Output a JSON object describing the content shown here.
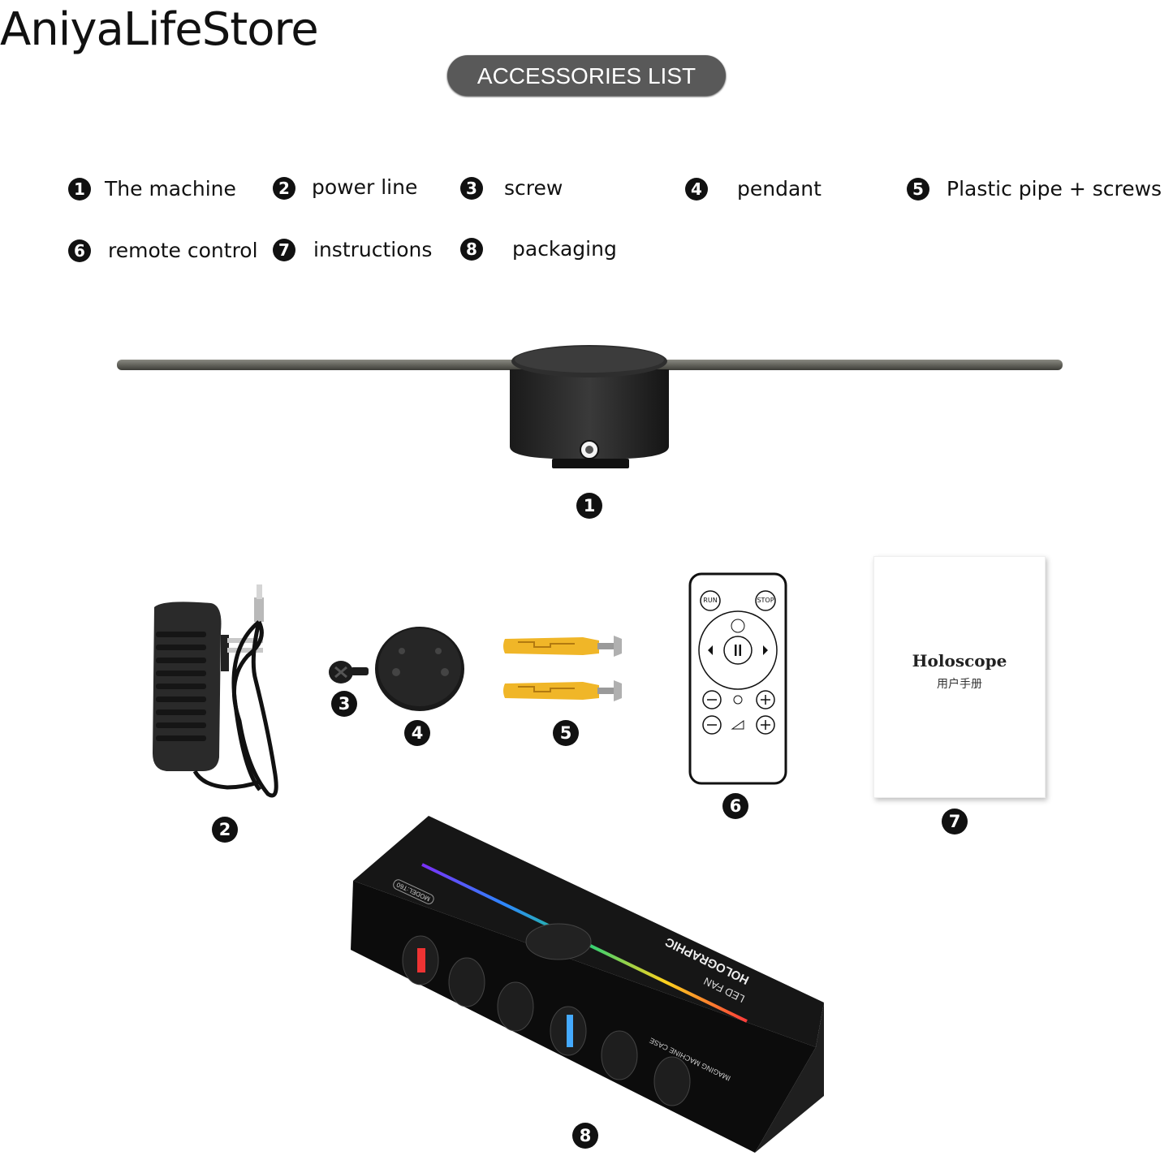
{
  "store_name": "AniyaLifeStore",
  "header": {
    "title": "ACCESSORIES LIST"
  },
  "legend": [
    {
      "num": "1",
      "label": "The machine"
    },
    {
      "num": "2",
      "label": "power line"
    },
    {
      "num": "3",
      "label": "screw"
    },
    {
      "num": "4",
      "label": "pendant"
    },
    {
      "num": "5",
      "label": "Plastic pipe + screws"
    },
    {
      "num": "6",
      "label": "remote control"
    },
    {
      "num": "7",
      "label": "instructions"
    },
    {
      "num": "8",
      "label": "packaging"
    }
  ],
  "items": {
    "machine": {
      "num": "1",
      "icon": "hologram-fan-icon"
    },
    "power": {
      "num": "2",
      "icon": "power-adapter-icon"
    },
    "screw": {
      "num": "3",
      "icon": "screw-icon"
    },
    "pendant": {
      "num": "4",
      "icon": "pendant-plate-icon"
    },
    "pipe": {
      "num": "5",
      "icon": "wall-anchor-icon"
    },
    "remote": {
      "num": "6",
      "icon": "remote-control-icon",
      "buttons": {
        "run": "RUN",
        "stop": "STOP"
      }
    },
    "manual": {
      "num": "7",
      "title": "Holoscope",
      "subtitle": "用户手册"
    },
    "box": {
      "num": "8",
      "icon": "package-box-icon",
      "title": "HOLOGRAPHIC",
      "subtitle": "LED FAN",
      "model": "MODEL:T60",
      "case": "IMAGING MACHINE CASE"
    }
  },
  "colors": {
    "pill": "#595959",
    "badge": "#111111"
  }
}
